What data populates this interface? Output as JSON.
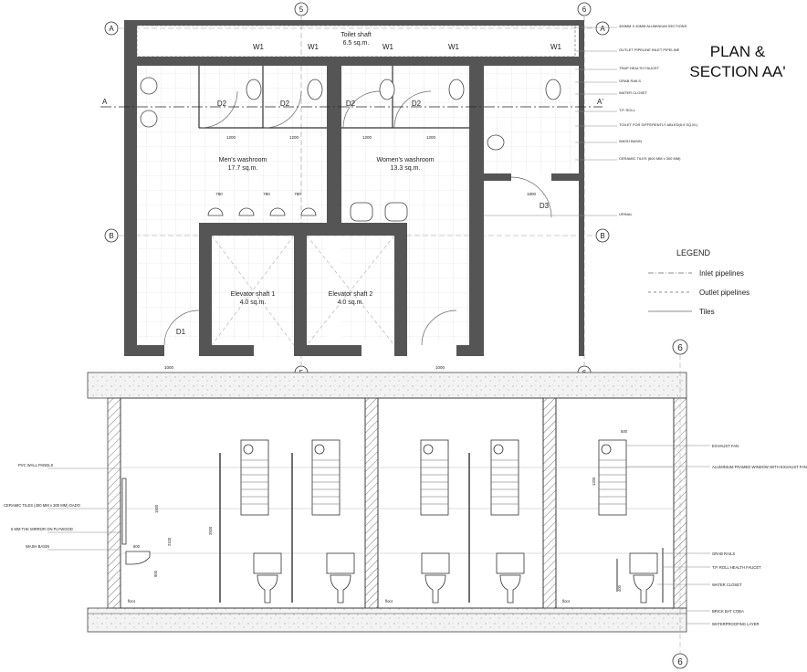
{
  "title": {
    "line1": "PLAN &",
    "line2": "SECTION AA'"
  },
  "grid": {
    "a": "A",
    "b": "B",
    "five": "5",
    "six": "6"
  },
  "section_marker": "A",
  "section_marker_right": "A'",
  "rooms": {
    "toilet_shaft": "Toilet shaft",
    "toilet_shaft_area": "6.5 sq.m.",
    "mens": "Men's washroom",
    "mens_area": "17.7 sq.m.",
    "womens": "Women's washroom",
    "womens_area": "13.3 sq.m.",
    "elev1": "Elevator shaft 1",
    "elev1_area": "4.0 sq.m.",
    "elev2": "Elevator shaft 2",
    "elev2_area": "4.0 sq.m."
  },
  "tags": {
    "w1": "W1",
    "d1": "D1",
    "d2": "D2",
    "d3": "D3"
  },
  "dims": {
    "d1000": "1000",
    "d1200": "1200",
    "d1800": "1800",
    "d780": "780",
    "d900": "900",
    "d1500": "1500",
    "d2100": "2100",
    "d2500": "2500",
    "d600": "600",
    "d400": "400",
    "d500": "500"
  },
  "plan_notes": [
    "400MM X 40MM ALUMINIUM SECTIONS",
    "OUTLET PIPELINE INLET PIPELINE",
    "TRAP HEALTH FAUCET",
    "GRAB RAILS",
    "WATER CLOSET",
    "T.P. ROLL",
    "TOILET FOR DIFFERENTLY ABLED(5.9 SQ.M.)",
    "WASH BASIN",
    "CERAMIC TILES (600 MM x 300 MM)",
    "URINAL"
  ],
  "legend": {
    "title": "LEGEND",
    "inlet": "Inlet pipelines",
    "outlet": "Outlet pipelines",
    "tiles": "Tiles"
  },
  "section_left_notes": [
    "PVC WALL PANELS",
    "CERAMIC TILES (400 MM x 300 MM) DADO",
    "5 MM THK MIRROR ON PLYWOOD",
    "WASH BASIN"
  ],
  "section_right_notes": [
    "EXHAUST FAN",
    "ALUMINIUM FRAMED WINDOW WITH EXHAUST FAN",
    "GRAB RAILS",
    "T.P. ROLL HEALTH FAUCET",
    "WATER CLOSET",
    "BRICK BAT COBA",
    "WATERPROOFING LAYER"
  ],
  "level_mark": "floor"
}
